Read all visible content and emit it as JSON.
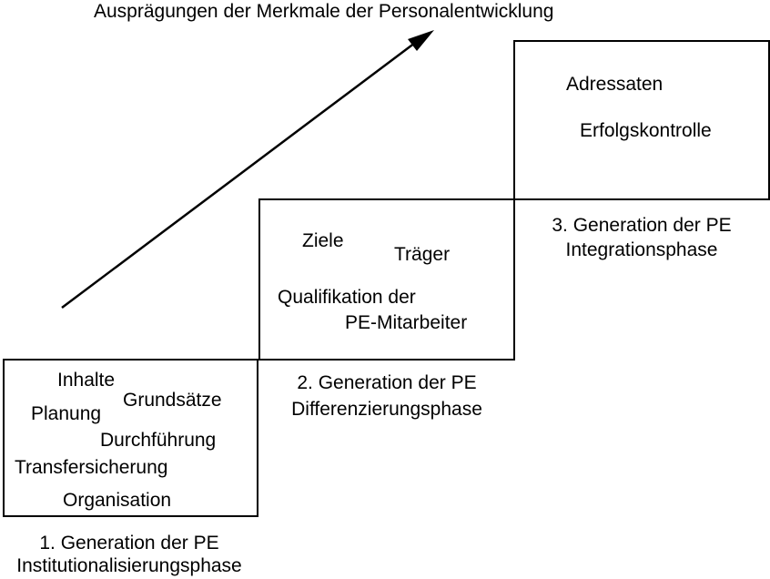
{
  "diagram": {
    "title": "Ausprägungen  der Merkmale der Personalentwicklung",
    "generations": [
      {
        "items": [
          "Inhalte",
          "Grundsätze",
          "Planung",
          "Durchführung",
          "Transfersicherung",
          "Organisation"
        ],
        "caption_line1": "1. Generation der PE",
        "caption_line2": "Institutionalisierungsphase"
      },
      {
        "items": [
          "Ziele",
          "Träger",
          "Qualifikation der",
          "PE-Mitarbeiter"
        ],
        "caption_line1": "2. Generation der PE",
        "caption_line2": "Differenzierungsphase"
      },
      {
        "items": [
          "Adressaten",
          "Erfolgskontrolle"
        ],
        "caption_line1": "3. Generation der PE",
        "caption_line2": "Integrationsphase"
      }
    ],
    "colors": {
      "line": "#000000",
      "background": "#ffffff"
    }
  }
}
